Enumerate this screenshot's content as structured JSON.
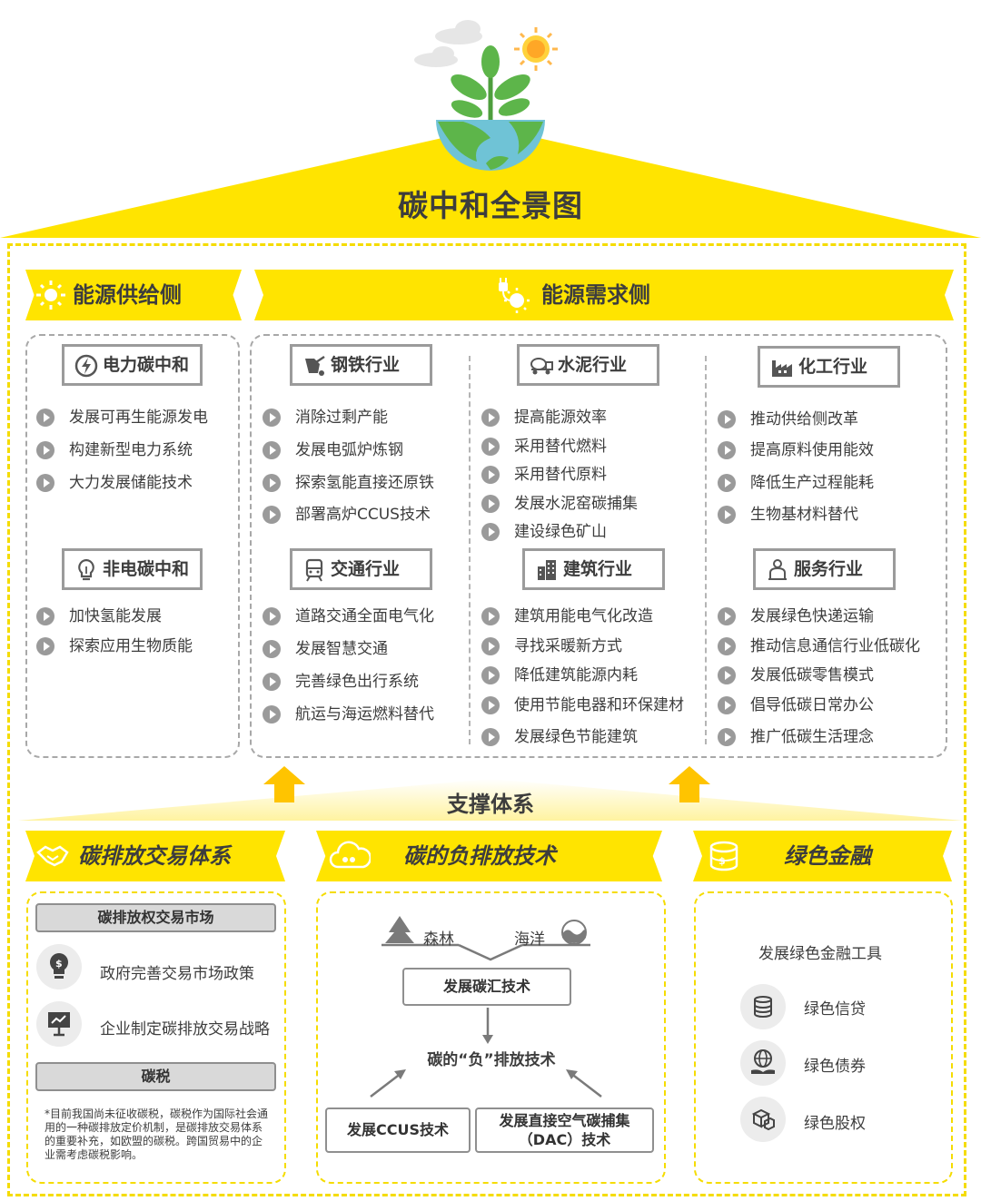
{
  "title": "碳中和全景图",
  "colors": {
    "accent": "#ffe400",
    "border_gray": "#9b9b9b",
    "text": "#3d3d3d",
    "green": "#5db54a",
    "earth_blue": "#6fc3d6"
  },
  "supply": {
    "banner": "能源供给侧",
    "icon": "sun-icon",
    "groups": [
      {
        "title": "电力碳中和",
        "icon": "lightning-icon",
        "items": [
          "发展可再生能源发电",
          "构建新型电力系统",
          "大力发展储能技术"
        ]
      },
      {
        "title": "非电碳中和",
        "icon": "bulb-icon",
        "items": [
          "加快氢能发展",
          "探索应用生物质能"
        ]
      }
    ]
  },
  "demand": {
    "banner": "能源需求侧",
    "icon": "plug-sun-icon",
    "groups": [
      {
        "title": "钢铁行业",
        "icon": "ladle-icon",
        "items": [
          "消除过剩产能",
          "发展电弧炉炼钢",
          "探索氢能直接还原铁",
          "部署高炉CCUS技术"
        ]
      },
      {
        "title": "水泥行业",
        "icon": "mixer-truck-icon",
        "items": [
          "提高能源效率",
          "采用替代燃料",
          "采用替代原料",
          "发展水泥窑碳捕集",
          "建设绿色矿山"
        ]
      },
      {
        "title": "化工行业",
        "icon": "factory-icon",
        "items": [
          "推动供给侧改革",
          "提高原料使用能效",
          "降低生产过程能耗",
          "生物基材料替代"
        ]
      },
      {
        "title": "交通行业",
        "icon": "train-icon",
        "items": [
          "道路交通全面电气化",
          "发展智慧交通",
          "完善绿色出行系统",
          "航运与海运燃料替代"
        ]
      },
      {
        "title": "建筑行业",
        "icon": "building-icon",
        "items": [
          "建筑用能电气化改造",
          "寻找采暖新方式",
          "降低建筑能源内耗",
          "使用节能电器和环保建材",
          "发展绿色节能建筑"
        ]
      },
      {
        "title": "服务行业",
        "icon": "waiter-icon",
        "items": [
          "发展绿色快递运输",
          "推动信息通信行业低碳化",
          "发展低碳零售模式",
          "倡导低碳日常办公",
          "推广低碳生活理念"
        ]
      }
    ]
  },
  "support": {
    "title": "支撑体系",
    "trading": {
      "banner": "碳排放交易体系",
      "market_label": "碳排放权交易市场",
      "market_items": [
        "政府完善交易市场政策",
        "企业制定碳排放交易战略"
      ],
      "tax_label": "碳税",
      "note": "*目前我国尚未征收碳税，碳税作为国际社会通用的一种碳排放定价机制，是碳排放交易体系的重要补充，如欧盟的碳税。跨国贸易中的企业需考虑碳税影响。"
    },
    "negative": {
      "banner": "碳的负排放技术",
      "forest": "森林",
      "ocean": "海洋",
      "sink": "发展碳汇技术",
      "center": "碳的“负”排放技术",
      "ccus": "发展CCUS技术",
      "dac_line1": "发展直接空气碳捕集",
      "dac_line2": "（DAC）技术"
    },
    "finance": {
      "banner": "绿色金融",
      "subtitle": "发展绿色金融工具",
      "items": [
        {
          "label": "绿色信贷",
          "icon": "coins-icon"
        },
        {
          "label": "绿色债券",
          "icon": "globe-hand-icon"
        },
        {
          "label": "绿色股权",
          "icon": "cubes-icon"
        }
      ]
    }
  }
}
